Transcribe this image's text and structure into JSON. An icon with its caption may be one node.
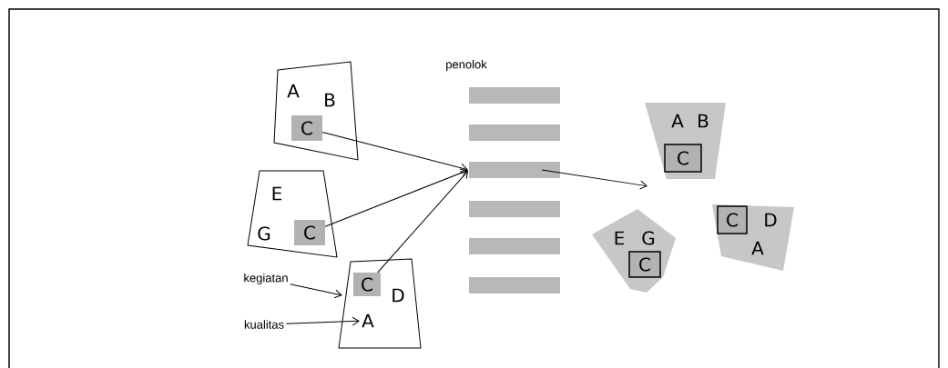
{
  "diagram": {
    "nodes": [
      {
        "text": [
          "A",
          "B"
        ]
      },
      {
        "text": [
          "C"
        ],
        "in": 0
      },
      {
        "text": [
          "E",
          "G"
        ]
      },
      {
        "text": [
          "C"
        ],
        "in": 2
      },
      {
        "text": [
          "D"
        ]
      },
      {
        "text": [
          "C"
        ],
        "in": 4
      },
      {
        "text": [
          "A"
        ],
        "in": 4
      },
      {
        "text": [
          "kegiatan"
        ]
      },
      {
        "text": [
          "kualitas"
        ]
      },
      {
        "text": [],
        "shape": "bar"
      },
      {
        "text": [],
        "shape": "bar"
      },
      {
        "text": [],
        "shape": "bar"
      },
      {
        "text": [],
        "shape": "bar"
      },
      {
        "text": [],
        "shape": "bar"
      },
      {
        "text": [],
        "shape": "bar"
      },
      {
        "text": [
          "A",
          "B"
        ]
      },
      {
        "text": [
          "C"
        ],
        "in": 15
      },
      {
        "text": [
          "E",
          "G"
        ]
      },
      {
        "text": [
          "C"
        ],
        "in": 17
      },
      {
        "text": [
          "D",
          "A"
        ]
      },
      {
        "text": [
          "C"
        ],
        "in": 19
      }
    ],
    "edges": [
      {
        "from": 1,
        "to": 11,
        "arrow": "to"
      },
      {
        "from": 3,
        "to": 11,
        "arrow": "to"
      },
      {
        "from": 5,
        "to": 11,
        "arrow": "to"
      },
      {
        "from": 7,
        "to": 4,
        "arrow": "to"
      },
      {
        "from": 8,
        "to": 6,
        "arrow": "to"
      },
      {
        "from": 11,
        "to": null,
        "arrow": "to"
      }
    ],
    "labels": [
      "penolok"
    ]
  }
}
